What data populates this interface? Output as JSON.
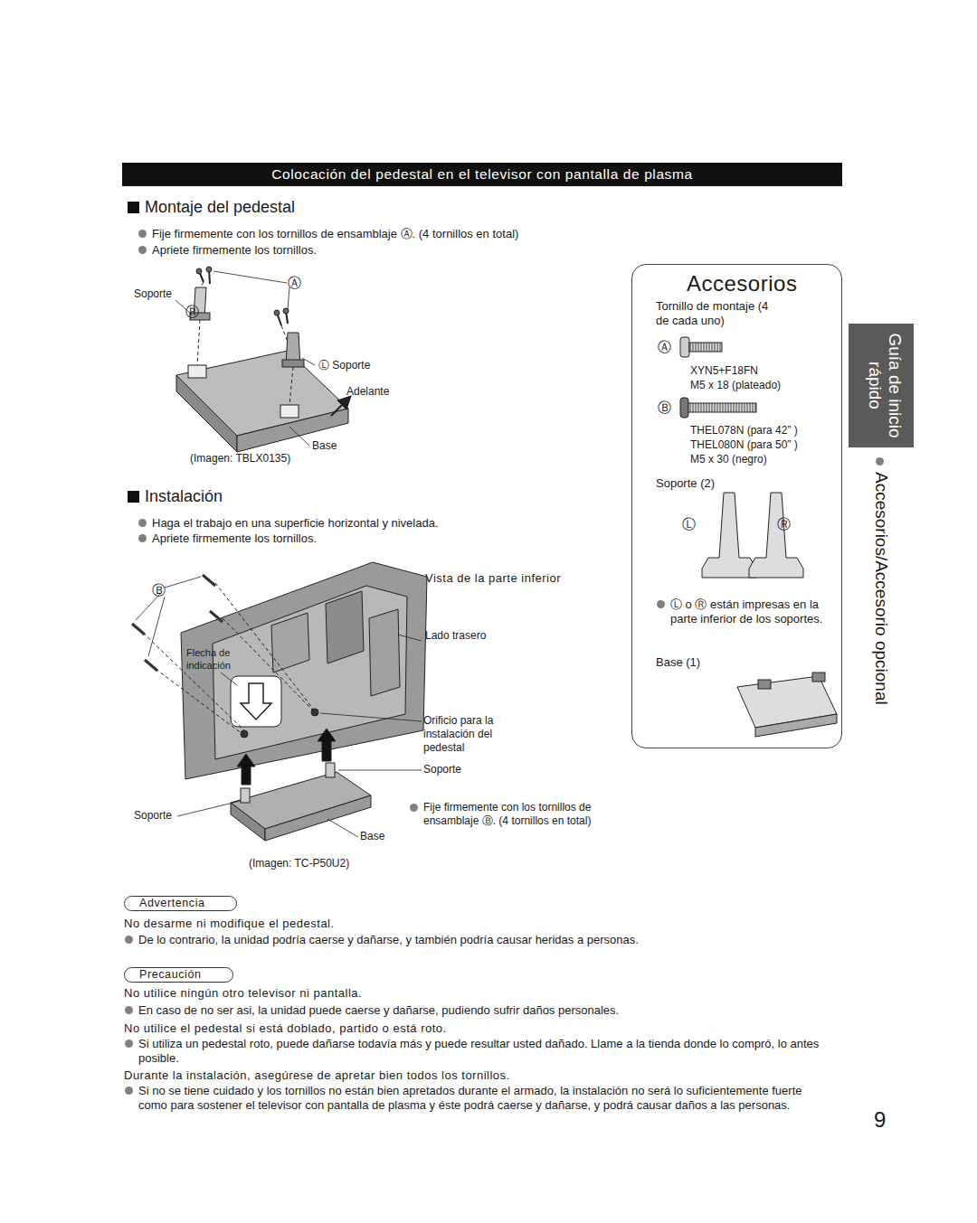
{
  "diagram": {
    "title": "Colocación del pedestal en el televisor con pantalla de plasma",
    "nodes": [
      {
        "text": [
          "Accesorios",
          "Tornillo de montaje (4 de cada uno)",
          "Ⓐ",
          "XYN5+F18FN",
          "M5 x 18 (plateado)",
          "Ⓑ",
          "THEL078N (para 42” )",
          "THEL080N (para 50” )",
          "M5 x 30 (negro)",
          "Soporte (2)",
          "Ⓛ",
          "Ⓡ",
          "Ⓛ o Ⓡ están impresas en la parte inferior de los soportes.",
          "Base (1)"
        ]
      },
      {
        "text": [
          "Guía de inicio rápido"
        ]
      },
      {
        "text": [
          "Advertencia"
        ]
      },
      {
        "text": [
          "Precaución"
        ]
      }
    ],
    "labels": [
      "Montaje del pedestal",
      "Fije firmemente con los tornillos de ensamblaje Ⓐ. (4 tornillos en total)",
      "Apriete firmemente los tornillos.",
      "Soporte",
      "Ⓡ",
      "Ⓐ",
      "Ⓛ Soporte",
      "Adelante",
      "Base",
      "(Imagen: TBLX0135)",
      "Instalación",
      "Haga el trabajo en una superficie horizontal y nivelada.",
      "Apriete firmemente los tornillos.",
      "Ⓑ",
      "Flecha de indicación",
      "Vista de la parte inferior",
      "Lado trasero",
      "Orificio para la instalación del pedestal",
      "Soporte",
      "Soporte",
      "Base",
      "Fije firmemente con los tornillos de ensamblaje Ⓑ. (4 tornillos en total)",
      "(Imagen: TC-P50U2)",
      "No desarme ni modifique el pedestal.",
      "De lo contrario, la unidad podría caerse y dañarse, y también podría causar heridas a personas.",
      "No utilice ningún otro televisor ni pantalla.",
      "En caso de no ser asi, la unidad puede caerse y dañarse, pudiendo sufrir daños personales.",
      "No utilice el pedestal si está doblado, partido o está roto.",
      "Si utiliza un pedestal roto, puede dañarse todavía más y puede resultar usted dañado. Llame a la tienda donde lo compró, lo antes posible.",
      "Durante la instalación, asegúrese de apretar bien todos los tornillos.",
      "Si no se tiene cuidado y los tornillos no están bien apretados durante el armado, la instalación no será lo suficientemente fuerte como para sostener el televisor con pantalla de plasma y éste podrá caerse y dañarse, y podrá causar daños a las personas.",
      "Accesorios/Accesorio opcional",
      "9"
    ]
  }
}
